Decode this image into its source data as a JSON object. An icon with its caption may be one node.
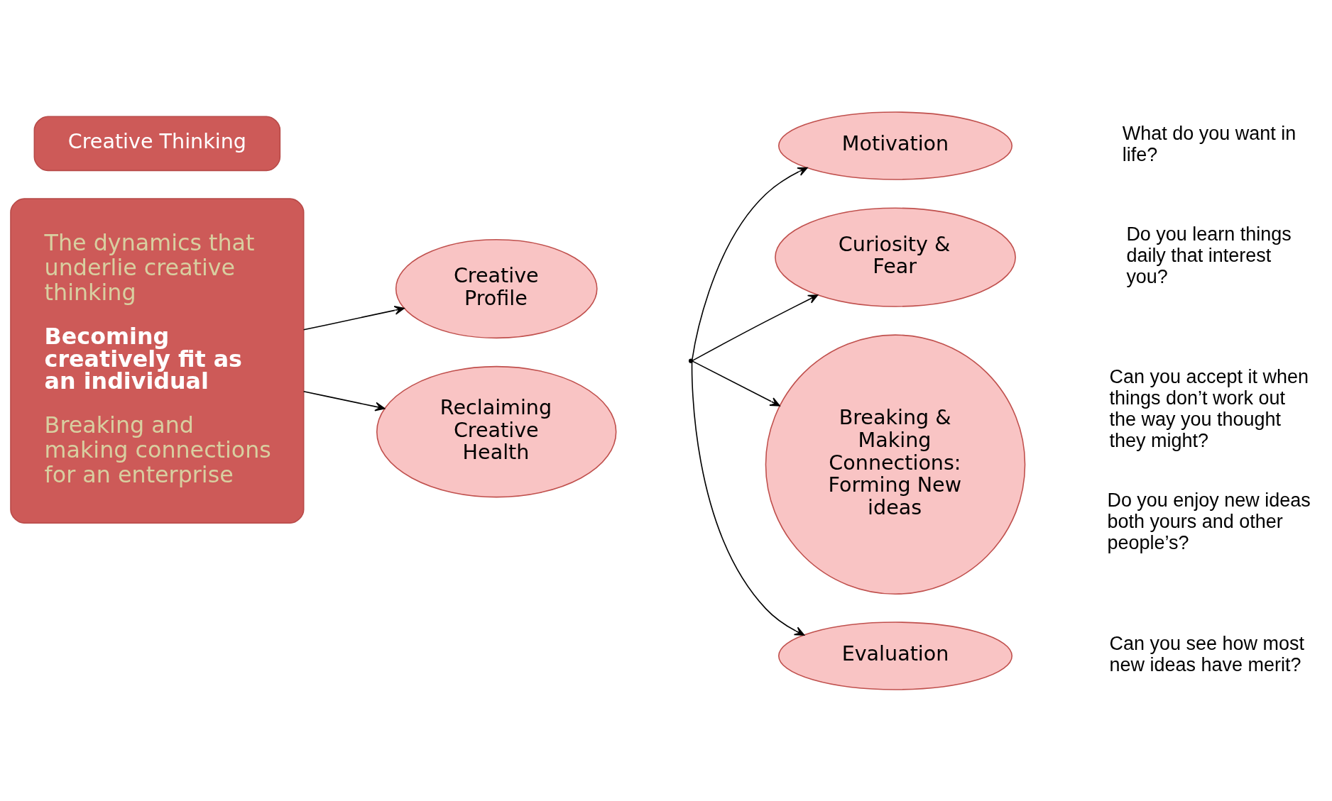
{
  "diagram": {
    "nodes": [
      {
        "text": [
          "Creative Thinking"
        ]
      },
      {
        "text": [
          "The dynamics that underlie creative thinking",
          "Becoming creatively fit as an individual",
          "Breaking and making connections for an enterprise"
        ]
      },
      {
        "text": [
          "Creative Profile"
        ]
      },
      {
        "text": [
          "Reclaiming Creative Health"
        ]
      },
      {
        "text": [
          "Motivation"
        ]
      },
      {
        "text": [
          "Curiosity & Fear"
        ]
      },
      {
        "text": [
          "Breaking & Making Connections: Forming New ideas"
        ]
      },
      {
        "text": [
          "Evaluation"
        ]
      },
      {
        "text": [],
        "shape": "point"
      }
    ],
    "edges": [
      {
        "from": 1,
        "to": 2,
        "arrow": "to"
      },
      {
        "from": 1,
        "to": 3,
        "arrow": "to"
      },
      {
        "from": 8,
        "to": 4,
        "arrow": "to"
      },
      {
        "from": 8,
        "to": 5,
        "arrow": "to"
      },
      {
        "from": 8,
        "to": 6,
        "arrow": "to"
      },
      {
        "from": 8,
        "to": 7,
        "arrow": "to"
      }
    ],
    "labels": [
      "What do you want in life?",
      "Do you learn things daily that interest you?",
      "Can you accept it when things don’t work out the way you thought they might?",
      "Do you enjoy new ideas both yours and other people’s?",
      "Can you see how most  new ideas have merit?"
    ]
  }
}
